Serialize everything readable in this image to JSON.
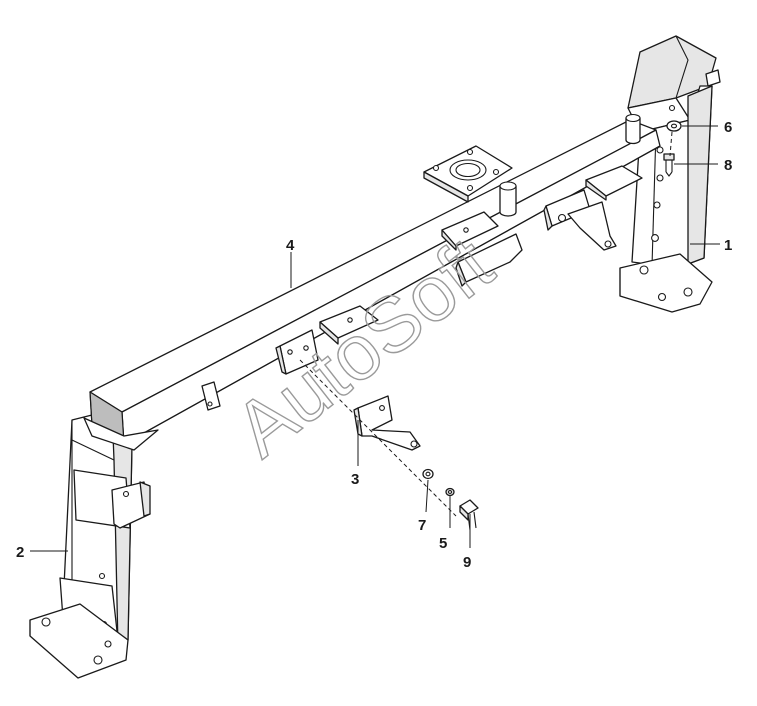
{
  "watermark": "AutoSoft",
  "callouts": [
    {
      "id": "1",
      "label": "1"
    },
    {
      "id": "2",
      "label": "2"
    },
    {
      "id": "3",
      "label": "3"
    },
    {
      "id": "4",
      "label": "4"
    },
    {
      "id": "5",
      "label": "5"
    },
    {
      "id": "6",
      "label": "6"
    },
    {
      "id": "7",
      "label": "7"
    },
    {
      "id": "8",
      "label": "8"
    },
    {
      "id": "9",
      "label": "9"
    }
  ],
  "colors": {
    "line": "#1a1a1a",
    "watermark": "#9a9a9a",
    "background": "#ffffff"
  }
}
